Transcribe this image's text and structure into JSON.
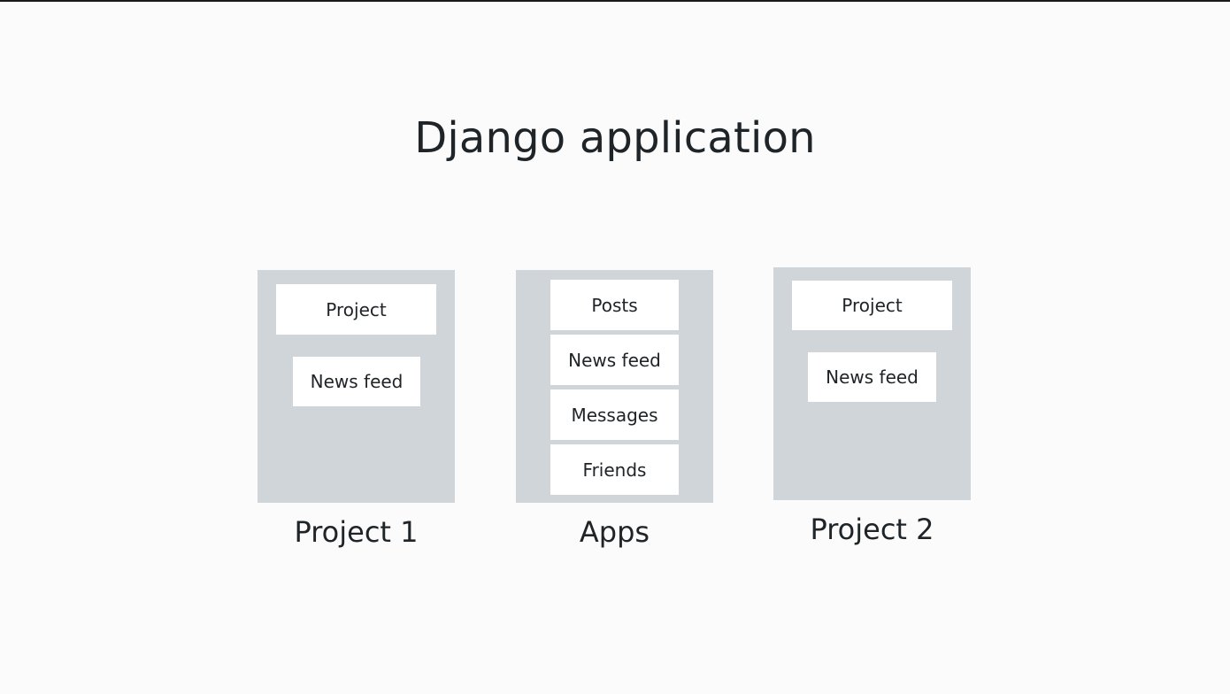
{
  "title": "Django application",
  "columns": [
    {
      "caption": "Project 1",
      "items": [
        "Project",
        "News feed"
      ]
    },
    {
      "caption": "Apps",
      "items": [
        "Posts",
        "News feed",
        "Messages",
        "Friends"
      ]
    },
    {
      "caption": "Project 2",
      "items": [
        "Project",
        "News feed"
      ]
    }
  ],
  "colors": {
    "background": "#fbfbfb",
    "panel": "#cfd5d8",
    "item": "#ffffff",
    "text": "#1e2428"
  }
}
